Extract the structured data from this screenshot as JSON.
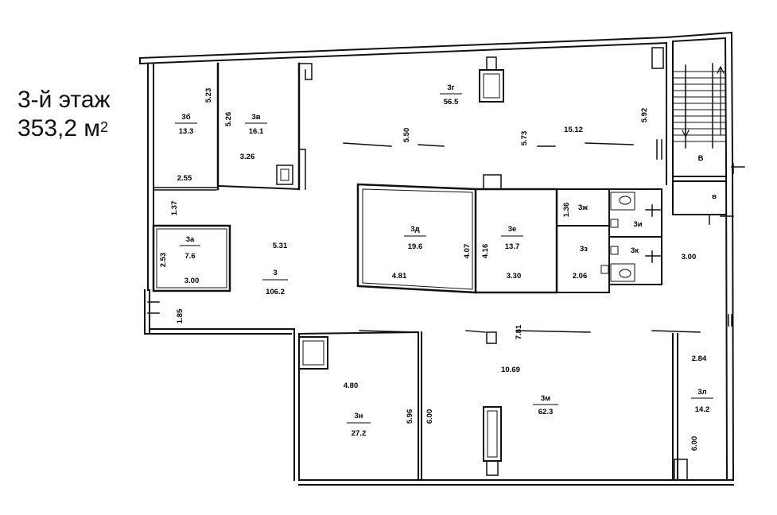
{
  "floor": {
    "title": "3-й этаж",
    "area_value": "353,2 м",
    "area_superscript": "2"
  },
  "rooms": [
    {
      "id": "3b",
      "name": "3б",
      "area": "13.3"
    },
    {
      "id": "3v",
      "name": "3в",
      "area": "16.1"
    },
    {
      "id": "3g",
      "name": "3г",
      "area": "56.5"
    },
    {
      "id": "3a",
      "name": "3а",
      "area": "7.6"
    },
    {
      "id": "3",
      "name": "3",
      "area": "106.2"
    },
    {
      "id": "3d",
      "name": "3д",
      "area": "19.6"
    },
    {
      "id": "3e",
      "name": "3е",
      "area": "13.7"
    },
    {
      "id": "3zh",
      "name": "3ж",
      "area": ""
    },
    {
      "id": "3z",
      "name": "3з",
      "area": ""
    },
    {
      "id": "3i",
      "name": "3и",
      "area": ""
    },
    {
      "id": "3k",
      "name": "3к",
      "area": ""
    },
    {
      "id": "3n",
      "name": "3н",
      "area": "27.2"
    },
    {
      "id": "3m",
      "name": "3м",
      "area": "62.3"
    },
    {
      "id": "3l",
      "name": "3л",
      "area": "14.2"
    },
    {
      "id": "V",
      "name": "В",
      "area": ""
    },
    {
      "id": "v",
      "name": "в",
      "area": ""
    }
  ],
  "dimensions": [
    "5.23",
    "5.26",
    "3.26",
    "2.55",
    "1.37",
    "2.53",
    "3.00",
    "5.31",
    "1.85",
    "5.50",
    "5.73",
    "15.12",
    "5.92",
    "4.07",
    "4.16",
    "4.81",
    "3.30",
    "1.36",
    "2.06",
    "3.00",
    "7.81",
    "10.69",
    "4.80",
    "5.96",
    "6.00",
    "2.84",
    "6.00"
  ]
}
